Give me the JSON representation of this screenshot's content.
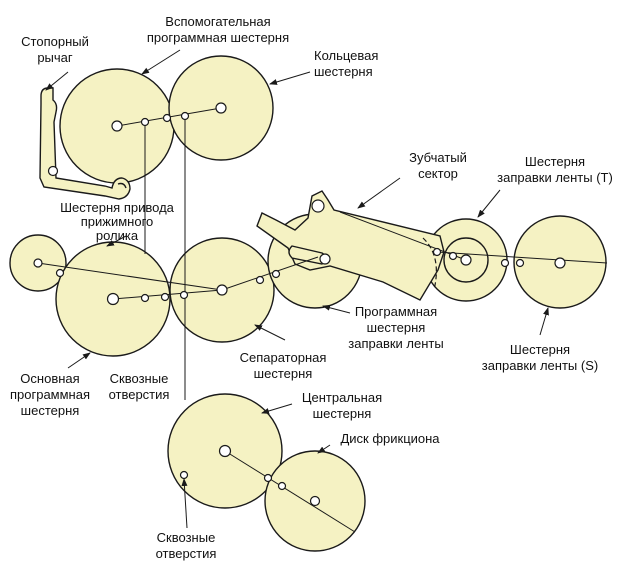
{
  "colors": {
    "gear_fill": "#f5f2c3",
    "stroke": "#1a1a1a"
  },
  "labels": {
    "aux_gear": [
      "Вспомогательная",
      "программная шестерня"
    ],
    "ring_gear": [
      "Кольцевая",
      "шестерня"
    ],
    "stop_lever": [
      "Стопорный",
      "рычаг"
    ],
    "toothed_sector": [
      "Зубчатый",
      "сектор"
    ],
    "tape_gear_t": [
      "Шестерня",
      "заправки ленты (T)"
    ],
    "pinch_drive_gear": [
      "Шестерня привода",
      "прижимного",
      "ролика"
    ],
    "prog_tape_gear": [
      "Программная",
      "шестерня",
      "заправки ленты"
    ],
    "tape_gear_s": [
      "Шестерня",
      "заправки ленты (S)"
    ],
    "main_prog_gear": [
      "Основная",
      "программная",
      "шестерня"
    ],
    "through_holes_1": [
      "Сквозные",
      "отверстия"
    ],
    "separator_gear": [
      "Сепараторная",
      "шестерня"
    ],
    "center_gear": [
      "Центральная",
      "шестерня"
    ],
    "friction_disc": [
      "Диск фрикциона"
    ],
    "through_holes_2": [
      "Сквозные",
      "отверстия"
    ]
  }
}
